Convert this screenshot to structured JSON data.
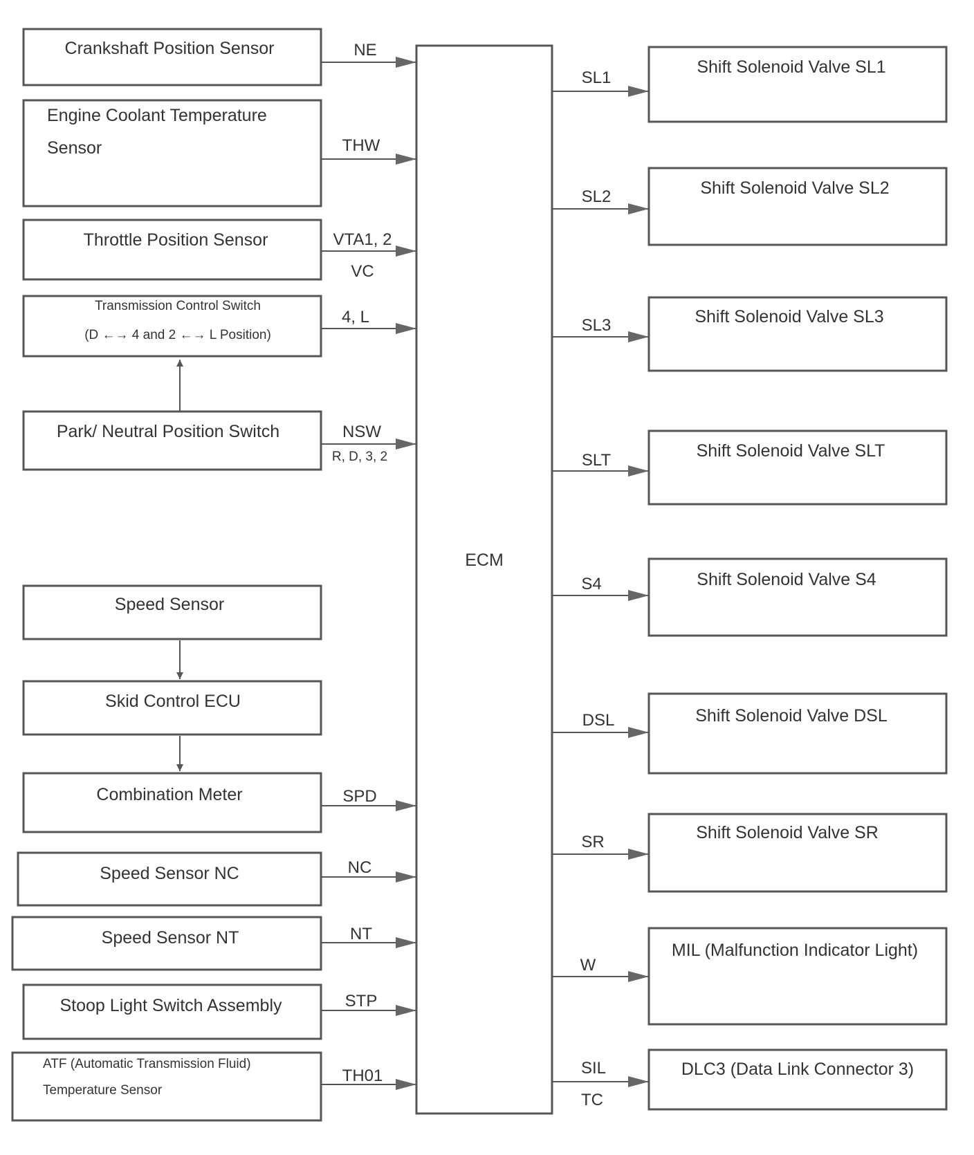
{
  "ecm": {
    "label": "ECM"
  },
  "inputs": [
    {
      "lines": [
        "Crankshaft Position Sensor"
      ],
      "signal": [
        "NE"
      ]
    },
    {
      "lines": [
        "Engine Coolant Temperature",
        "Sensor"
      ],
      "signal": [
        "THW"
      ]
    },
    {
      "lines": [
        "Throttle Position Sensor"
      ],
      "signal": [
        "VTA1, 2",
        "VC"
      ]
    },
    {
      "lines": [
        "Transmission Control Switch",
        "(D ←→ 4 and 2 ←→ L Position)"
      ],
      "signal": [
        "4, L"
      ]
    },
    {
      "lines": [
        "Park/ Neutral Position Switch"
      ],
      "signal": [
        "NSW",
        "R, D, 3, 2"
      ]
    },
    {
      "lines": [
        "Speed Sensor"
      ],
      "signal": []
    },
    {
      "lines": [
        "Skid Control ECU"
      ],
      "signal": []
    },
    {
      "lines": [
        "Combination Meter"
      ],
      "signal": [
        "SPD"
      ]
    },
    {
      "lines": [
        "Speed Sensor NC"
      ],
      "signal": [
        "NC"
      ]
    },
    {
      "lines": [
        "Speed Sensor NT"
      ],
      "signal": [
        "NT"
      ]
    },
    {
      "lines": [
        "Stoop Light Switch Assembly"
      ],
      "signal": [
        "STP"
      ]
    },
    {
      "lines": [
        "ATF (Automatic Transmission Fluid)",
        "Temperature Sensor"
      ],
      "signal": [
        "TH01"
      ]
    }
  ],
  "outputs": [
    {
      "label": "Shift Solenoid Valve SL1",
      "signal": [
        "SL1"
      ]
    },
    {
      "label": "Shift Solenoid Valve SL2",
      "signal": [
        "SL2"
      ]
    },
    {
      "label": "Shift Solenoid Valve SL3",
      "signal": [
        "SL3"
      ]
    },
    {
      "label": "Shift Solenoid Valve SLT",
      "signal": [
        "SLT"
      ]
    },
    {
      "label": "Shift Solenoid Valve S4",
      "signal": [
        "S4"
      ]
    },
    {
      "label": "Shift Solenoid Valve DSL",
      "signal": [
        "DSL"
      ]
    },
    {
      "label": "Shift Solenoid Valve SR",
      "signal": [
        "SR"
      ]
    },
    {
      "label": "MIL (Malfunction Indicator Light)",
      "signal": [
        "W"
      ]
    },
    {
      "label": "DLC3 (Data Link Connector 3)",
      "signal": [
        "SIL",
        "TC"
      ]
    }
  ],
  "colors": {
    "line": "#555555",
    "text": "#333333",
    "background": "#ffffff"
  }
}
